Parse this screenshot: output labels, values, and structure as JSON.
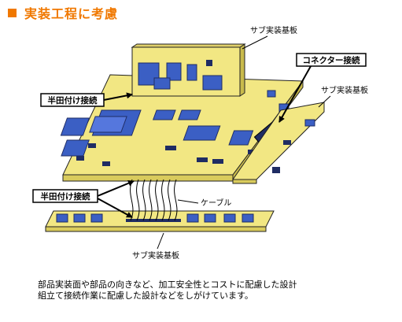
{
  "title": "実装工程に考慮",
  "labels": {
    "sub_board_top": "サブ実装基板",
    "connector": "コネクター接続",
    "sub_board_right": "サブ実装基板",
    "solder_upper": "半田付け接続",
    "solder_lower": "半田付け接続",
    "cable": "ケーブル",
    "sub_board_bottom": "サブ実装基板"
  },
  "caption": {
    "line1": "部品実装面や部品の向きなど、加工安全性とコストに配慮した設計",
    "line2": "組立て接続作業に配慮した設計などをしがけています。"
  },
  "colors": {
    "accent": "#f07800",
    "board": "#f2e783",
    "chip_blue": "#3b5fc4",
    "chip_dark": "#1f2c63"
  }
}
